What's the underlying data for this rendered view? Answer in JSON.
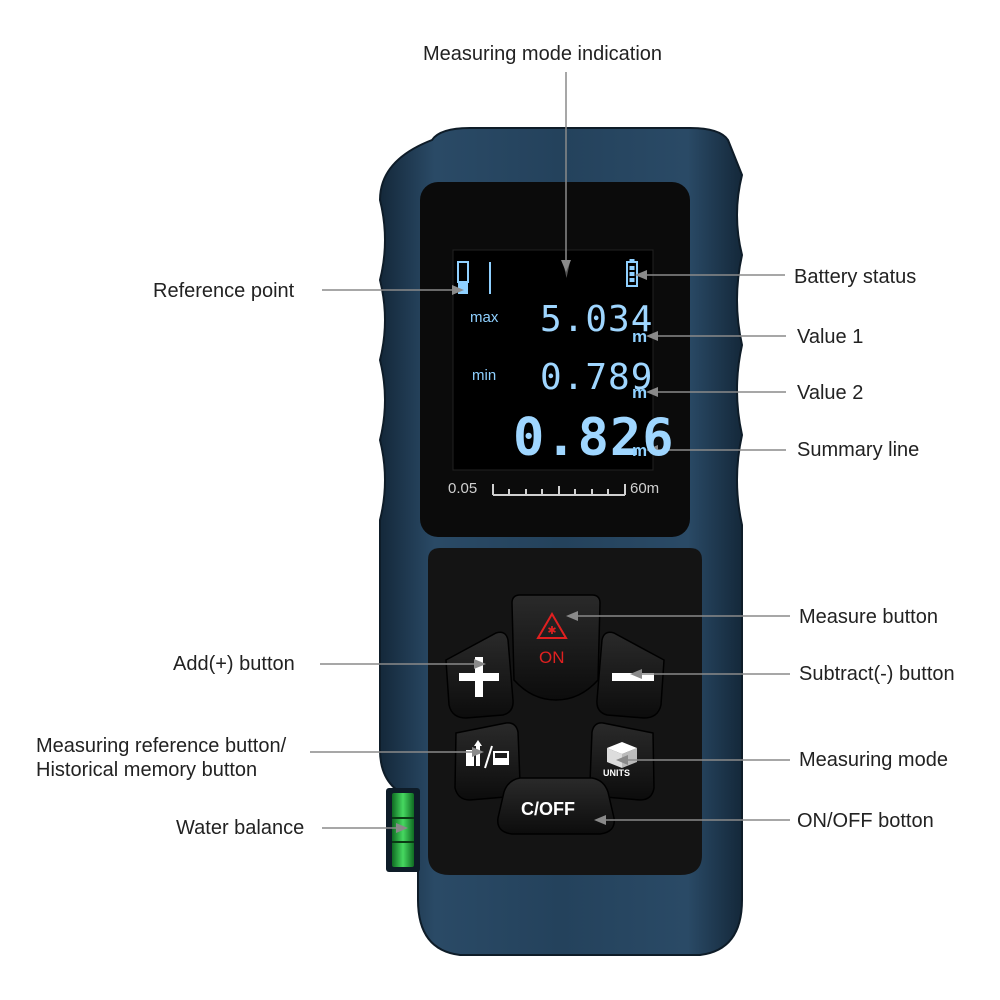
{
  "callouts": {
    "measuring_mode_indication": "Measuring mode indication",
    "reference_point": "Reference point",
    "battery_status": "Battery status",
    "value_1": "Value 1",
    "value_2": "Value 2",
    "summary_line": "Summary line",
    "measure_button": "Measure button",
    "add_button": "Add(+) button",
    "subtract_button": "Subtract(-) button",
    "measuring_reference_button_line1": "Measuring reference button/",
    "measuring_reference_button_line2": "Historical memory button",
    "measuring_mode": "Measuring mode",
    "water_balance": "Water balance",
    "on_off_button": "ON/OFF botton"
  },
  "display": {
    "max_label": "max",
    "min_label": "min",
    "value_1": "5.034",
    "value_2": "0.789",
    "summary": "0.826",
    "unit": "m",
    "range_min": "0.05",
    "range_max": "60m"
  },
  "keys": {
    "measure_label": "ON",
    "units_label": "UNITS",
    "clear_off_label": "C/OFF"
  },
  "colors": {
    "housing": "#1f3a52",
    "keypad": "#1a1a1a",
    "lcd_text": "#8fd0ff",
    "measure_icon": "#e02020",
    "level_vial": "#2fbf4a"
  }
}
